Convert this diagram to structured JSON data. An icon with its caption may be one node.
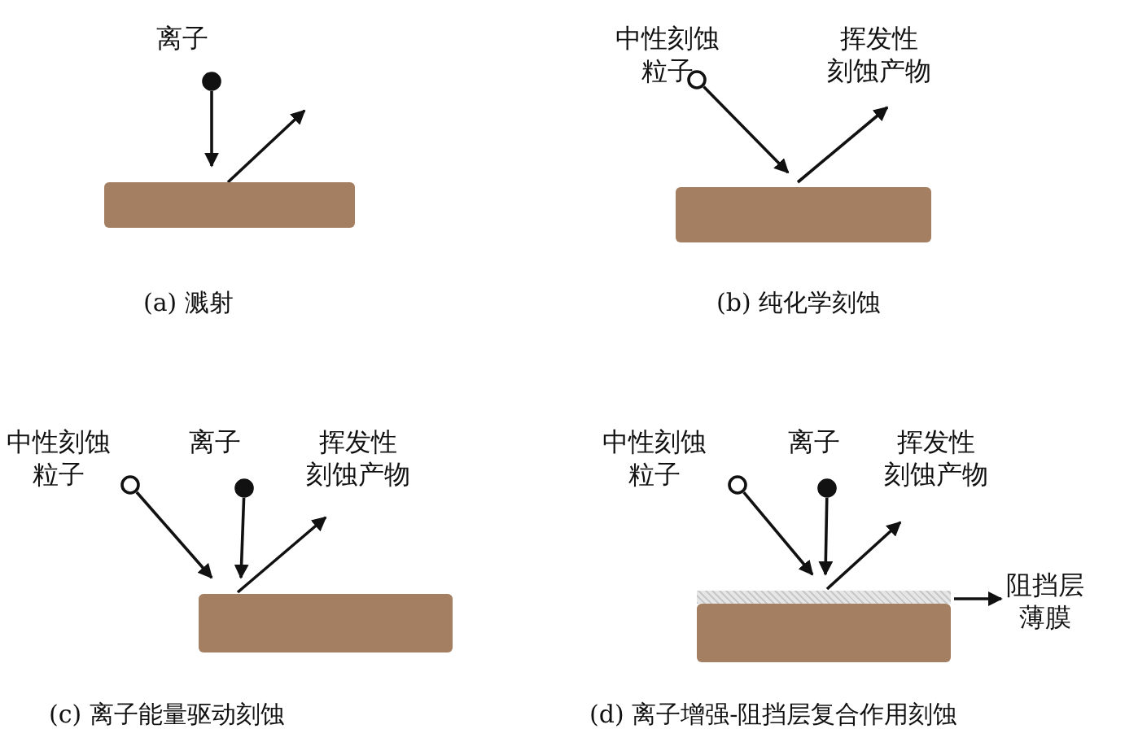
{
  "diagram": {
    "nodes": [
      {
        "text": [
          "离子"
        ]
      },
      {
        "text": [],
        "shape": "bar",
        "beside": [
          "(a) 溅射"
        ]
      },
      {
        "text": [
          "中性刻蚀粒子"
        ]
      },
      {
        "text": [
          "挥发性刻蚀产物"
        ]
      },
      {
        "text": [],
        "shape": "bar",
        "beside": [
          "(b) 纯化学刻蚀"
        ]
      },
      {
        "text": [
          "中性刻蚀粒子"
        ]
      },
      {
        "text": [
          "离子"
        ]
      },
      {
        "text": [
          "挥发性刻蚀产物"
        ]
      },
      {
        "text": [],
        "shape": "bar",
        "beside": [
          "(c) 离子能量驱动刻蚀"
        ]
      },
      {
        "text": [
          "中性刻蚀粒子"
        ]
      },
      {
        "text": [
          "离子"
        ]
      },
      {
        "text": [
          "挥发性刻蚀产物"
        ]
      },
      {
        "text": [],
        "shape": "bar"
      },
      {
        "text": [],
        "shape": "bar",
        "beside": [
          "(d) 离子增强-阻挡层复合作用刻蚀"
        ]
      },
      {
        "text": [
          "阻挡层薄膜"
        ]
      }
    ],
    "edges": [
      {
        "from": 0,
        "to": 1,
        "arrow": "to"
      },
      {
        "from": 1,
        "to": null,
        "arrow": "to"
      },
      {
        "from": 2,
        "to": 4,
        "arrow": "to"
      },
      {
        "from": 4,
        "to": 3,
        "arrow": "to"
      },
      {
        "from": 5,
        "to": 8,
        "arrow": "to"
      },
      {
        "from": 6,
        "to": 8,
        "arrow": "to"
      },
      {
        "from": 8,
        "to": 7,
        "arrow": "to"
      },
      {
        "from": 9,
        "to": 12,
        "arrow": "to"
      },
      {
        "from": 10,
        "to": 12,
        "arrow": "to"
      },
      {
        "from": 12,
        "to": 11,
        "arrow": "to"
      },
      {
        "from": 12,
        "to": 14,
        "arrow": "to"
      }
    ]
  }
}
